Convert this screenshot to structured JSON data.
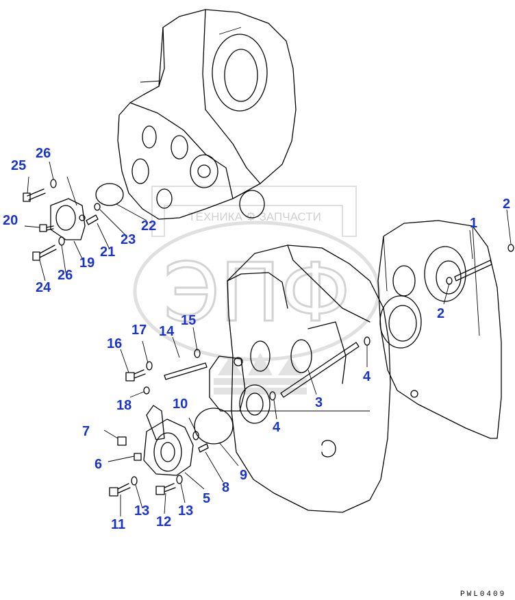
{
  "watermark": {
    "caption": "ТЕХНИКА ⚙ ЗАПЧАСТИ",
    "letters": "ЭПФ"
  },
  "drawing_code": "PWL0409",
  "callouts": [
    {
      "id": "c1",
      "text": "1"
    },
    {
      "id": "c2a",
      "text": "2"
    },
    {
      "id": "c2b",
      "text": "2"
    },
    {
      "id": "c3",
      "text": "3"
    },
    {
      "id": "c4a",
      "text": "4"
    },
    {
      "id": "c4b",
      "text": "4"
    },
    {
      "id": "c5",
      "text": "5"
    },
    {
      "id": "c6",
      "text": "6"
    },
    {
      "id": "c7",
      "text": "7"
    },
    {
      "id": "c8",
      "text": "8"
    },
    {
      "id": "c9",
      "text": "9"
    },
    {
      "id": "c10",
      "text": "10"
    },
    {
      "id": "c11",
      "text": "11"
    },
    {
      "id": "c12",
      "text": "12"
    },
    {
      "id": "c13a",
      "text": "13"
    },
    {
      "id": "c13b",
      "text": "13"
    },
    {
      "id": "c14",
      "text": "14"
    },
    {
      "id": "c15",
      "text": "15"
    },
    {
      "id": "c16",
      "text": "16"
    },
    {
      "id": "c17",
      "text": "17"
    },
    {
      "id": "c18",
      "text": "18"
    },
    {
      "id": "c19",
      "text": "19"
    },
    {
      "id": "c20",
      "text": "20"
    },
    {
      "id": "c21",
      "text": "21"
    },
    {
      "id": "c22",
      "text": "22"
    },
    {
      "id": "c23",
      "text": "23"
    },
    {
      "id": "c24",
      "text": "24"
    },
    {
      "id": "c25",
      "text": "25"
    },
    {
      "id": "c26a",
      "text": "26"
    },
    {
      "id": "c26b",
      "text": "26"
    }
  ]
}
